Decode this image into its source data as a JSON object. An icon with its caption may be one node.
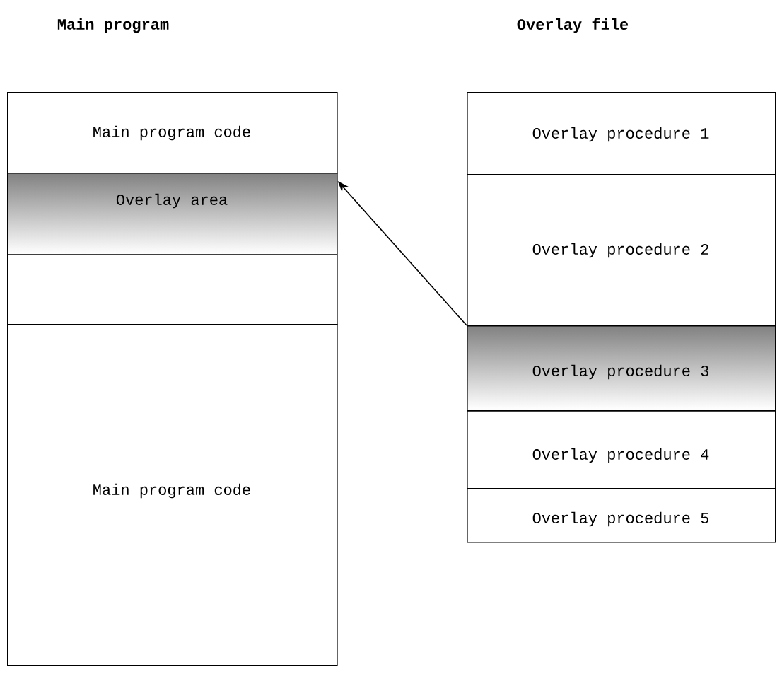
{
  "diagram": {
    "nodes": [
      {
        "text": [
          "Main program code"
        ]
      },
      {
        "text": [
          "Overlay area"
        ]
      },
      {
        "text": [
          "Main program code"
        ]
      },
      {
        "text": [
          "Overlay procedure 1"
        ]
      },
      {
        "text": [
          "Overlay procedure 2"
        ]
      },
      {
        "text": [
          "Overlay procedure 3"
        ]
      },
      {
        "text": [
          "Overlay procedure 4"
        ]
      },
      {
        "text": [
          "Overlay procedure 5"
        ]
      }
    ],
    "edges": [
      {
        "from": 5,
        "to": 1,
        "arrow": "to"
      }
    ],
    "labels": [
      "Main program",
      "Overlay file"
    ]
  }
}
